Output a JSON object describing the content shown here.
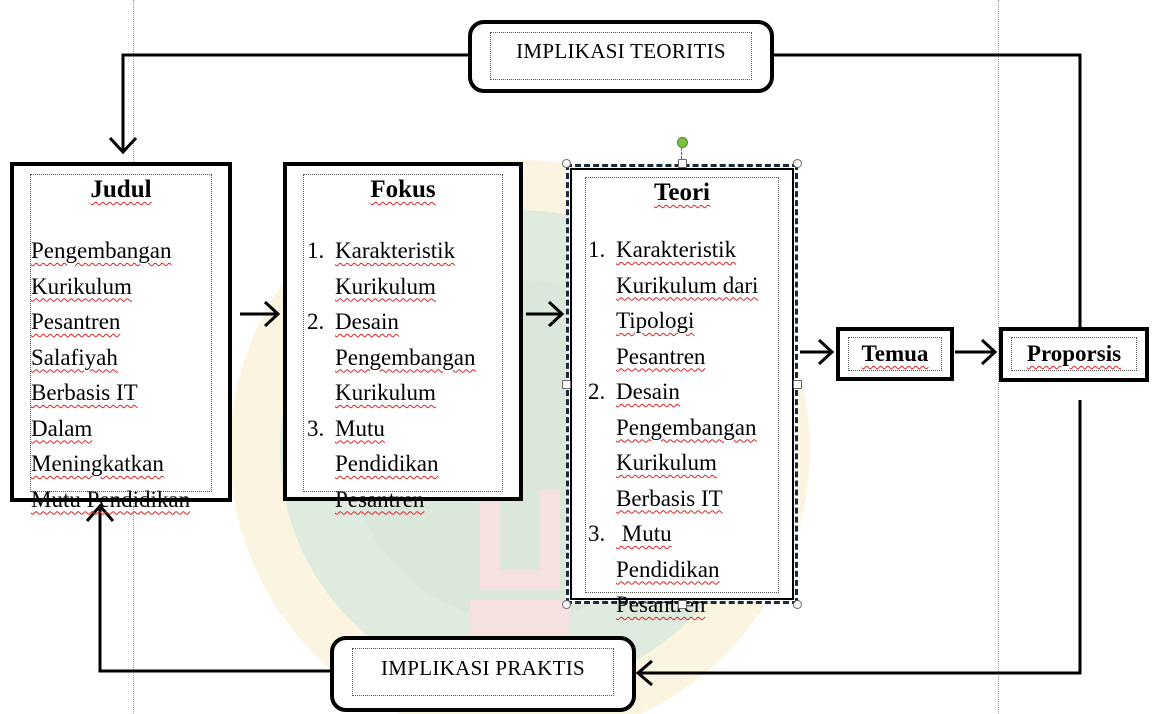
{
  "implikasi_teoritis": "IMPLIKASI  TEORITIS",
  "implikasi_praktis": "IMPLIKASI  PRAKTIS",
  "judul": {
    "title": "Judul",
    "lines": [
      "Pengembangan",
      "Kurikulum",
      "Pesantren",
      "Salafiyah",
      "Berbasis IT",
      "Dalam",
      "Meningkatkan",
      "Mutu Pendidikan"
    ]
  },
  "fokus": {
    "title": "Fokus",
    "lines": [
      {
        "num": "1.",
        "text": "Karakteristik"
      },
      {
        "num": "",
        "text": "Kurikulum"
      },
      {
        "num": "2.",
        "text": "Desain"
      },
      {
        "num": "",
        "text": "Pengembangan"
      },
      {
        "num": "",
        "text": "Kurikulum"
      },
      {
        "num": "3.",
        "text": "Mutu"
      },
      {
        "num": "",
        "text": "Pendidikan"
      },
      {
        "num": "",
        "text": "Pesantren"
      }
    ]
  },
  "teori": {
    "title": "Teori",
    "lines": [
      {
        "num": "1.",
        "text": "Karakteristik"
      },
      {
        "num": "",
        "text": "Kurikulum dari"
      },
      {
        "num": "",
        "text": "Tipologi"
      },
      {
        "num": "",
        "text": "Pesantren"
      },
      {
        "num": "2.",
        "text": "Desain"
      },
      {
        "num": "",
        "text": "Pengembangan"
      },
      {
        "num": "",
        "text": "Kurikulum"
      },
      {
        "num": "",
        "text": "Berbasis IT"
      },
      {
        "num": "3.",
        "text": " Mutu"
      },
      {
        "num": "",
        "text": "Pendidikan"
      },
      {
        "num": "",
        "text": "Pesantren"
      }
    ]
  },
  "temua": "Temua",
  "proporsis": "Proporsis",
  "colors": {
    "stroke": "#000000",
    "spellcheck": "#dd2222",
    "rotate_handle": "#7cc142",
    "watermark_green": "#3f8a3f",
    "watermark_gold": "#e8c24a"
  }
}
